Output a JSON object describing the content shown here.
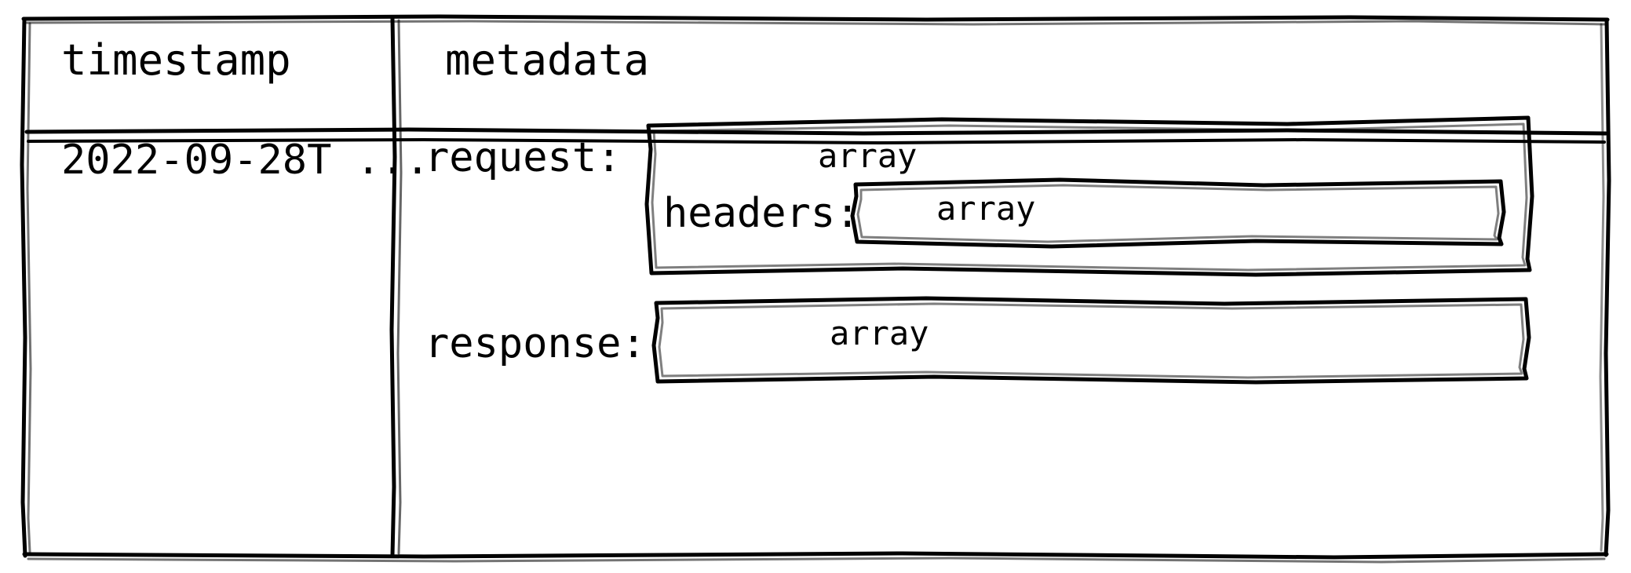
{
  "diagram": {
    "kind": "nested-data-structure-table",
    "style": "hand-drawn-sketch",
    "colors": {
      "stroke": "#000000",
      "background": "#ffffff",
      "text": "#000000"
    },
    "table": {
      "columns": [
        {
          "key": "timestamp",
          "header": "timestamp"
        },
        {
          "key": "metadata",
          "header": "metadata"
        }
      ],
      "rows": [
        {
          "timestamp": "2022-09-28T ...",
          "metadata": {
            "fields": [
              {
                "label": "request:",
                "type": "array",
                "children": [
                  {
                    "label": "headers:",
                    "type": "array",
                    "children": []
                  }
                ]
              },
              {
                "label": "response:",
                "type": "array",
                "children": []
              }
            ]
          }
        }
      ]
    }
  }
}
